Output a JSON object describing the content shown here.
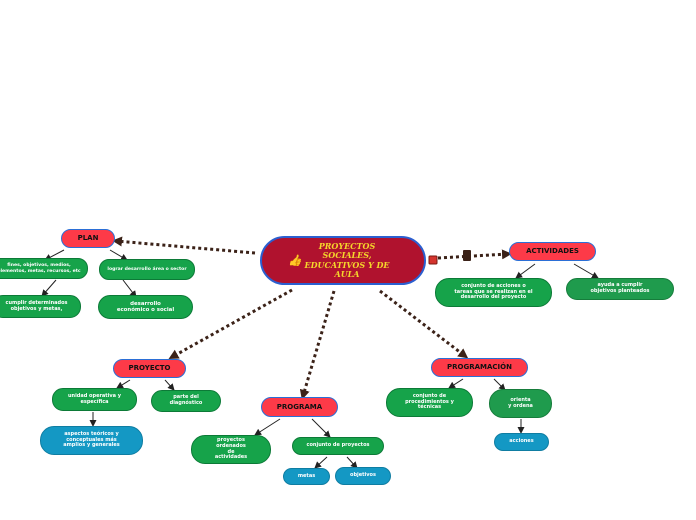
{
  "central": {
    "title": "PROYECTOS SOCIALES, EDUCATIVOS Y DE AULA",
    "icon": "thumbs-up-icon"
  },
  "plan": {
    "label": "PLAN",
    "children": [
      "fines, objetivos, medios, elementos, metas, recursos, etc",
      "lograr desarrollo área o sector",
      "cumplir determinados objetivos y metas,",
      "desarrollo económico o social"
    ]
  },
  "actividades": {
    "label": "ACTIVIDADES",
    "children": [
      "conjunto de acciones o tareas que se realizan en el desarrollo del proyecto",
      "ayuda a cumplir objetivos planteados"
    ]
  },
  "proyecto": {
    "label": "PROYECTO",
    "children": [
      "unidad operativa y específica",
      "parte del diagnóstico",
      "aspectos teóricos y conceptuales más amplios y generales"
    ]
  },
  "programa": {
    "label": "PROGRAMA",
    "children": [
      "proyectos ordenados de actividades",
      "conjunto de proyectos",
      "metas",
      "objetivos"
    ]
  },
  "programacion": {
    "label": "PROGRAMACIÓN",
    "children": [
      "conjunto de procedimientos y técnicas",
      "orienta y ordena",
      "acciones"
    ]
  },
  "colors": {
    "central": "#b0122e",
    "topic": "#fd3a48",
    "green": "#16a34a",
    "blue": "#1498c4",
    "connector": "#3b2218"
  }
}
